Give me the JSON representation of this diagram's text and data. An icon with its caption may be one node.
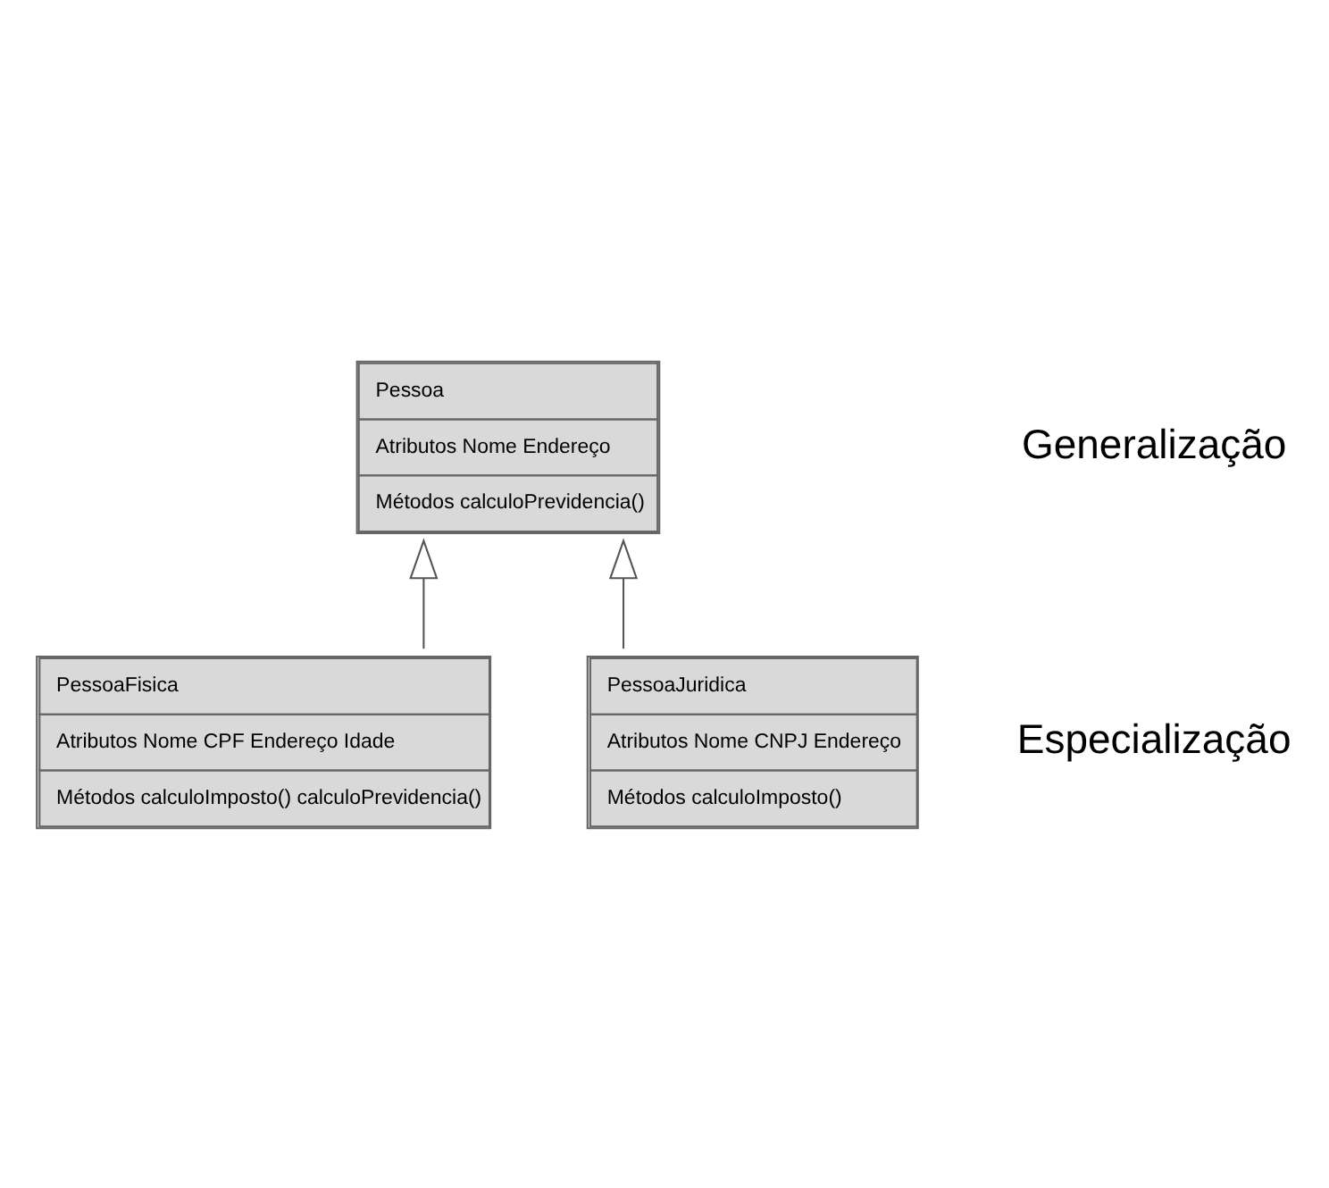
{
  "diagram": {
    "nodes": [
      {
        "text": [
          "Pessoa",
          "Atributos Nome Endereço",
          "Métodos calculoPrevidencia()"
        ]
      },
      {
        "text": [
          "PessoaFisica",
          "Atributos Nome CPF Endereço Idade",
          "Métodos calculoImposto() calculoPrevidencia()"
        ]
      },
      {
        "text": [
          "PessoaJuridica",
          "Atributos Nome CNPJ Endereço",
          "Métodos calculoImposto()"
        ]
      }
    ],
    "edges": [
      {
        "from": 1,
        "to": 0,
        "arrow": "to"
      },
      {
        "from": 2,
        "to": 0,
        "arrow": "to"
      }
    ],
    "labels": [
      "Generalização",
      "Especialização"
    ]
  }
}
